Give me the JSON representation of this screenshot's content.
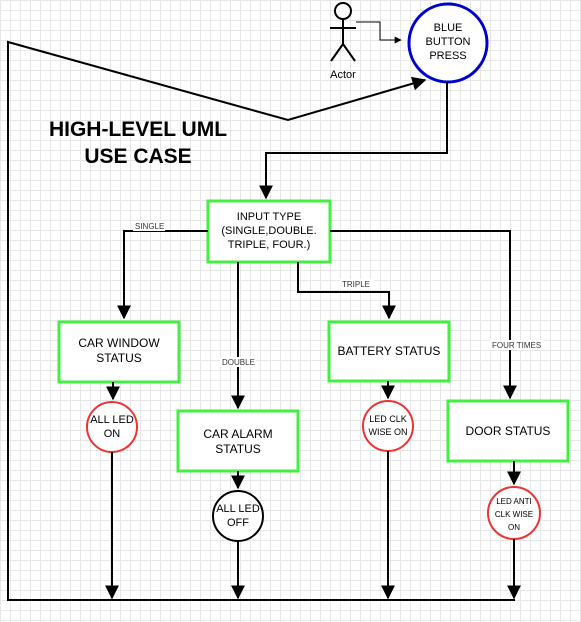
{
  "title_lines": [
    "HIGH-LEVEL UML",
    "USE CASE"
  ],
  "actor": {
    "label": "Actor"
  },
  "nodes": {
    "blue_button": {
      "lines": [
        "BLUE",
        "BUTTON",
        "PRESS"
      ],
      "stroke": "#0000cc"
    },
    "input_type": {
      "lines": [
        "INPUT TYPE",
        "(SINGLE,DOUBLE.",
        "TRIPLE, FOUR.)"
      ],
      "stroke": "#44ee44"
    },
    "car_window": {
      "lines": [
        "CAR WINDOW",
        "STATUS"
      ],
      "stroke": "#44ee44"
    },
    "car_alarm": {
      "lines": [
        "CAR ALARM",
        "STATUS"
      ],
      "stroke": "#44ee44"
    },
    "battery": {
      "lines": [
        "BATTERY STATUS"
      ],
      "stroke": "#44ee44"
    },
    "door": {
      "lines": [
        "DOOR STATUS"
      ],
      "stroke": "#44ee44"
    },
    "led_all_on": {
      "lines": [
        "ALL LED",
        "ON"
      ],
      "stroke": "#ee3333"
    },
    "led_all_off": {
      "lines": [
        "ALL LED",
        "OFF"
      ],
      "stroke": "#000000"
    },
    "led_clk": {
      "lines": [
        "LED CLK",
        "WISE ON"
      ],
      "stroke": "#ee3333"
    },
    "led_anti": {
      "lines": [
        "LED ANTI",
        "CLK WISE",
        "ON"
      ],
      "stroke": "#ee3333"
    }
  },
  "edge_labels": {
    "single": "SINGLE",
    "double": "DOUBLE",
    "triple": "TRIPLE",
    "four": "FOUR TIMES"
  }
}
